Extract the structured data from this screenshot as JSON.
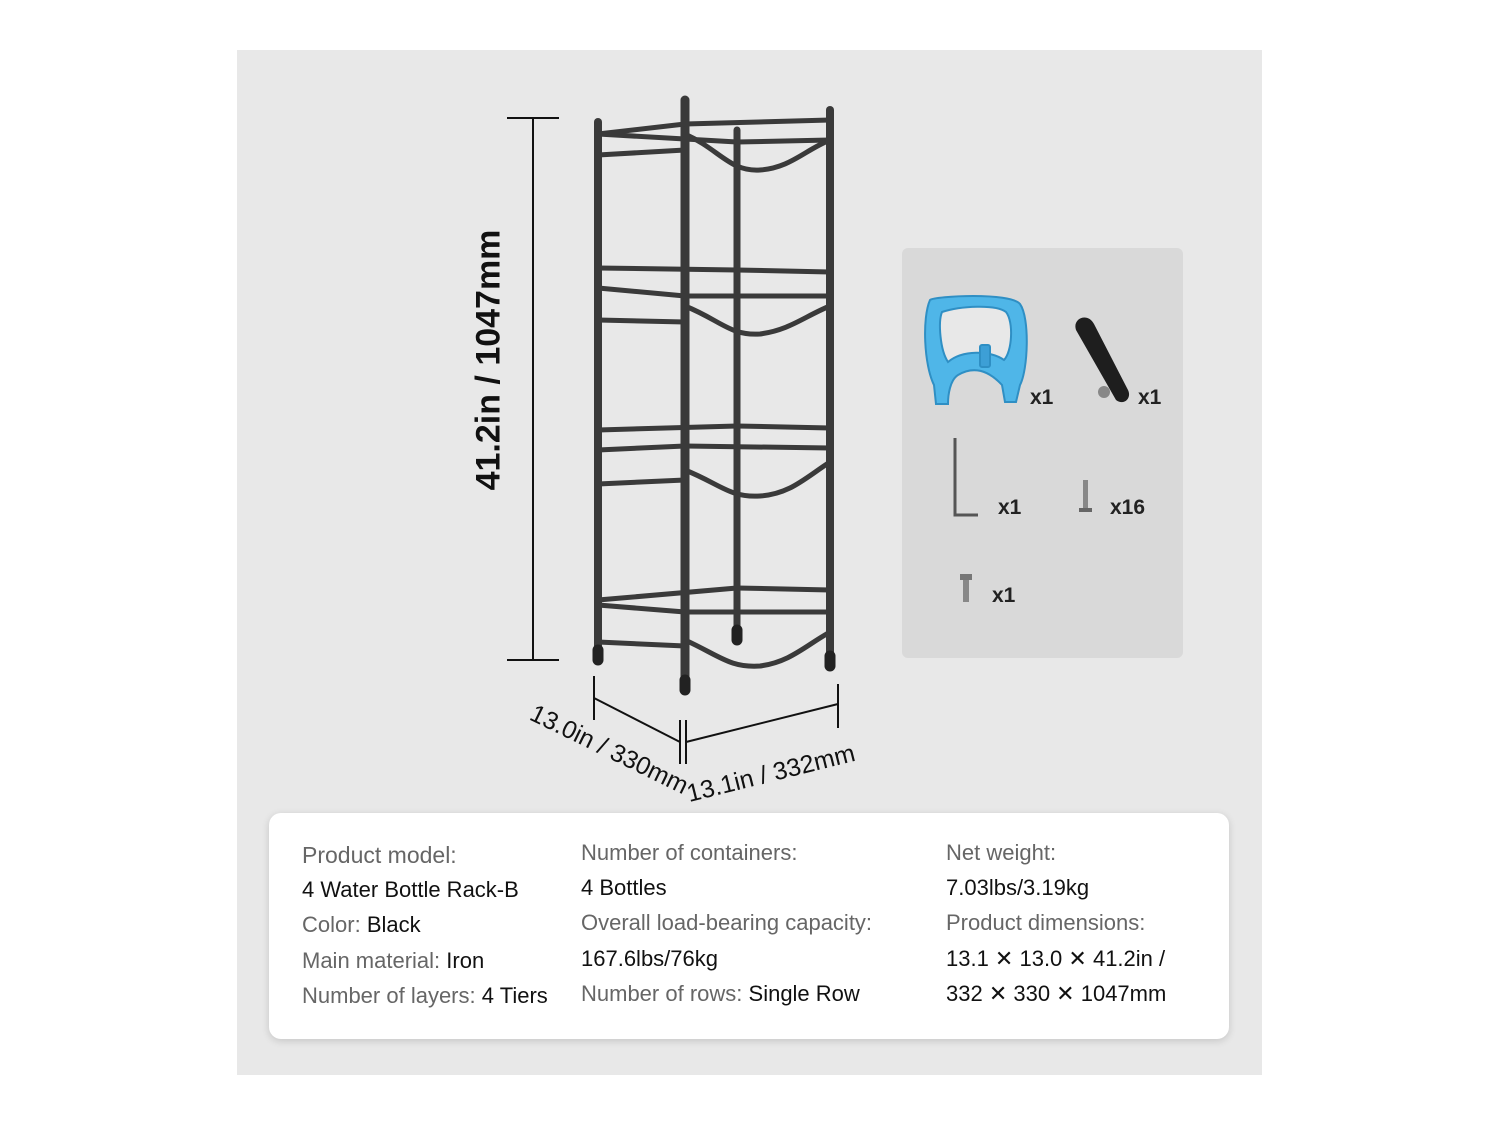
{
  "dimensions": {
    "height": "41.2in / 1047mm",
    "depth": "13.0in / 330mm",
    "width": "13.1in / 332mm"
  },
  "accessories": [
    {
      "name": "bottle-handle",
      "qty": "x1",
      "color": "#4fb6e8"
    },
    {
      "name": "strap",
      "qty": "x1"
    },
    {
      "name": "hex-key",
      "qty": "x1"
    },
    {
      "name": "screws",
      "qty": "x16"
    },
    {
      "name": "bolt",
      "qty": "x1"
    }
  ],
  "specs": {
    "model_label": "Product model:",
    "model_value": "4 Water Bottle Rack-B",
    "color_label": "Color:",
    "color_value": "Black",
    "material_label": "Main material:",
    "material_value": "Iron",
    "layers_label": "Number of layers:",
    "layers_value": "4 Tiers",
    "containers_label": "Number of containers:",
    "containers_value": "4 Bottles",
    "capacity_label": "Overall load-bearing capacity:",
    "capacity_value": "167.6lbs/76kg",
    "rows_label": "Number of rows:",
    "rows_value": "Single Row",
    "weight_label": "Net weight:",
    "weight_value": "7.03lbs/3.19kg",
    "dims_label": "Product dimensions:",
    "dims_line1": "13.1 ✕ 13.0 ✕ 41.2in /",
    "dims_line2": "332 ✕ 330 ✕ 1047mm"
  }
}
